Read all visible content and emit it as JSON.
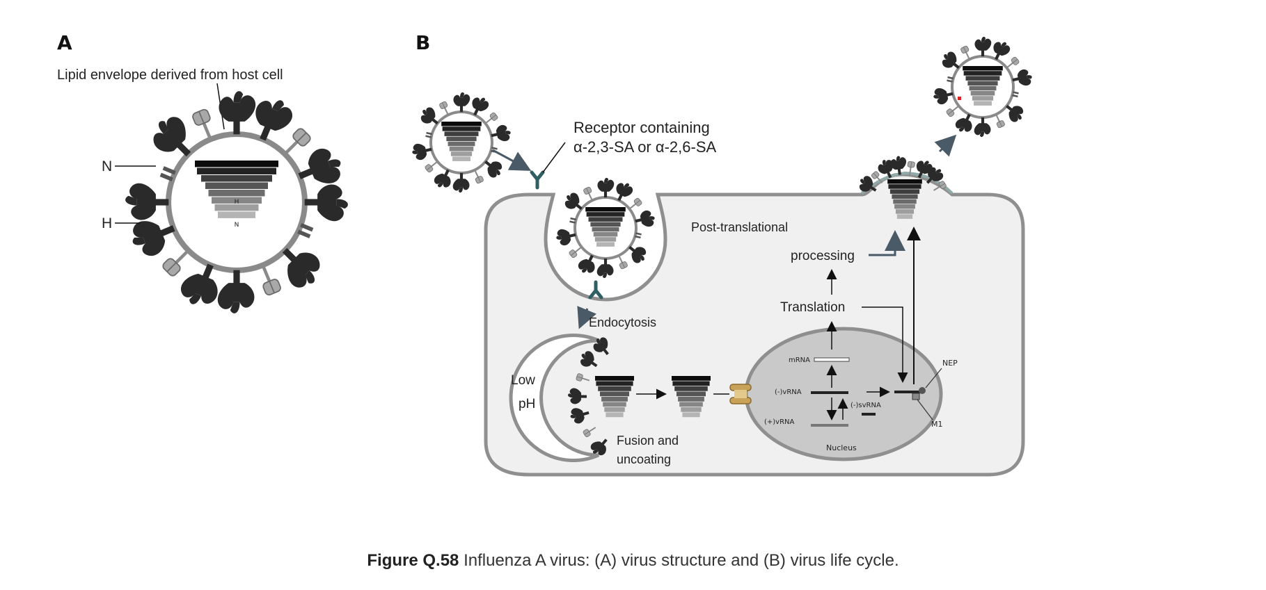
{
  "panel_a": {
    "letter": "A",
    "envelope_label": "Lipid envelope derived from host cell",
    "n_label": "N",
    "h_label": "H",
    "segment_h": "H",
    "segment_n": "N"
  },
  "panel_b": {
    "letter": "B",
    "receptor_line1": "Receptor containing",
    "receptor_line2": "α-2,3-SA or α-2,6-SA",
    "post_translational": "Post-translational",
    "processing": "processing",
    "translation": "Translation",
    "endocytosis": "Endocytosis",
    "low": "Low",
    "ph": "pH",
    "fusion_line1": "Fusion and",
    "fusion_line2": "uncoating",
    "mrna": "mRNA",
    "neg_vrna": "(-)vRNA",
    "pos_vrna": "(+)vRNA",
    "neg_svrna": "(-)svRNA",
    "nucleus": "Nucleus",
    "nep": "NEP",
    "m1": "M1"
  },
  "caption": {
    "figure": "Figure Q.58",
    "text": " Influenza A virus: (A) virus structure and (B) virus life cycle."
  },
  "colors": {
    "spike": "#2a2a2a",
    "envelope": "#8a8a8a",
    "cell_fill": "#f0f0f0",
    "nucleus_fill": "#c9c9c9",
    "receptor": "#2f5f63",
    "pore": "#c9a25a"
  }
}
